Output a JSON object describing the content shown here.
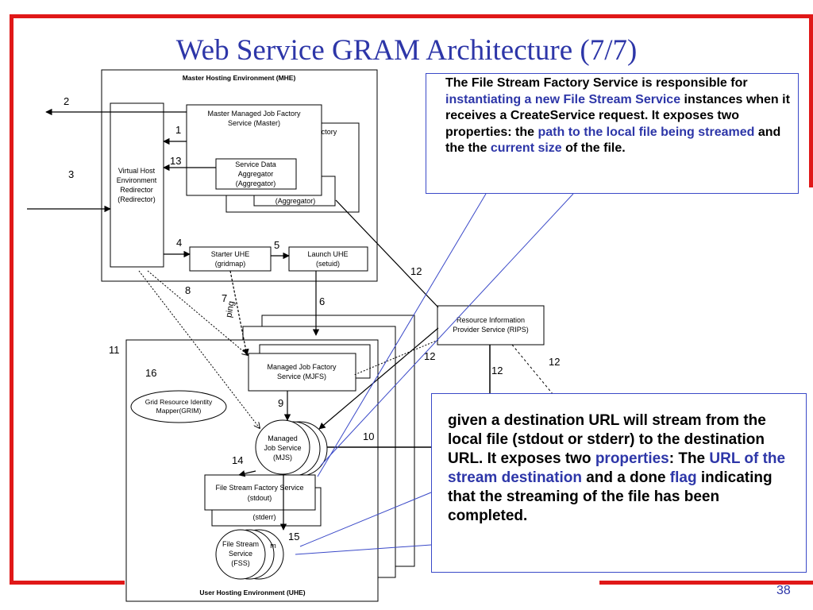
{
  "title": "Web Service GRAM Architecture (7/7)",
  "page_number": "38",
  "colors": {
    "frame": "#e01818",
    "accent": "#2d36a8",
    "callout_border": "#3a49c8"
  },
  "callout_top": {
    "segments": [
      {
        "text": "The File Stream Factory Service is responsible for ",
        "highlight": false
      },
      {
        "text": "instantiating a new File Stream Service",
        "highlight": true
      },
      {
        "text": " instances when it receives a CreateService request. It exposes two properties: the ",
        "highlight": false
      },
      {
        "text": "path to the local file being streamed",
        "highlight": true
      },
      {
        "text": " and the the ",
        "highlight": false
      },
      {
        "text": "current size",
        "highlight": true
      },
      {
        "text": " of the file.",
        "highlight": false
      }
    ]
  },
  "callout_bottom": {
    "segments": [
      {
        "text": "given a destination URL will stream from the local file (stdout or stderr) to the destination URL. It exposes two ",
        "highlight": false
      },
      {
        "text": "properties",
        "highlight": true
      },
      {
        "text": ": The ",
        "highlight": false
      },
      {
        "text": "URL of the stream destination",
        "highlight": true
      },
      {
        "text": " and a done ",
        "highlight": false
      },
      {
        "text": "flag",
        "highlight": true
      },
      {
        "text": " indicating that the streaming of the file has been completed.",
        "highlight": false
      }
    ]
  },
  "diagram": {
    "mhe_label": "Master Hosting Environment (MHE)",
    "uhe_label": "User Hosting Environment (UHE)",
    "redirector": [
      "Virtual Host",
      "Environment",
      "Redirector",
      "(Redirector)"
    ],
    "master_factory": [
      "Master Managed Job Factory",
      "Service (Master)"
    ],
    "back_factory_fragment": [
      "actory",
      ")"
    ],
    "aggregator": [
      "Service Data",
      "Aggregator",
      "(Aggregator)"
    ],
    "aggregator_back": "(Aggregator)",
    "starter_uhe": [
      "Starter UHE",
      "(gridmap)"
    ],
    "launch_uhe": [
      "Launch UHE",
      "(setuid)"
    ],
    "rips": [
      "Resource Information",
      "Provider Service (RIPS)"
    ],
    "mjfs": [
      "Managed Job Factory",
      "Service (MJFS)"
    ],
    "mjs": [
      "Managed",
      "Job Service",
      "(MJS)"
    ],
    "fsfs": [
      "File Stream Factory Service",
      "(stdout)"
    ],
    "fsfs_back": "(stderr)",
    "fss": [
      "File Stream",
      "Service",
      "(FSS)"
    ],
    "fss_fragment": "m",
    "grim": [
      "Grid Resource Identity",
      "Mapper(GRIM)"
    ],
    "ping": "ping",
    "step_labels": [
      "2",
      "1",
      "13",
      "3",
      "4",
      "5",
      "8",
      "7",
      "6",
      "12",
      "12",
      "12",
      "12",
      "11",
      "16",
      "9",
      "10",
      "14",
      "15"
    ]
  }
}
